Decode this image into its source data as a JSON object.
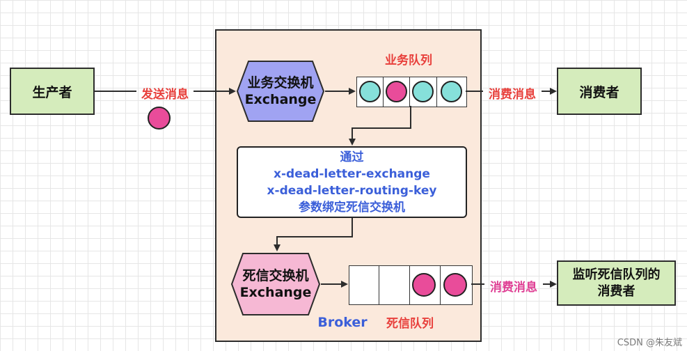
{
  "producer": {
    "label": "生产者"
  },
  "send_label": "发送消息",
  "business_exchange": {
    "line1": "业务交换机",
    "line2": "Exchange"
  },
  "business_queue_title": "业务队列",
  "business_queue_messages": [
    "teal",
    "pink",
    "teal",
    "teal"
  ],
  "consume_label_1": "消费消息",
  "consumer": {
    "label": "消费者"
  },
  "binding_note": {
    "line1": "通过",
    "line2": "x-dead-letter-exchange",
    "line3": "x-dead-letter-routing-key",
    "line4": "参数绑定死信交换机"
  },
  "dead_exchange": {
    "line1": "死信交换机",
    "line2": "Exchange"
  },
  "dead_queue_title": "死信队列",
  "consume_label_2": "消费消息",
  "dead_consumer": {
    "line1": "监听死信队列的",
    "line2": "消费者"
  },
  "broker_label": "Broker",
  "watermark": "CSDN @朱友斌",
  "colors": {
    "teal": "#86e0da",
    "pink": "#e94c9a",
    "exchange_blue": "#a0a3f2",
    "exchange_pink": "#f6b8d4",
    "green_box": "#d5ecbc",
    "broker_bg": "#fbe9dc",
    "label_red": "#e8403c",
    "label_pink": "#df3f94",
    "note_blue": "#3b5fd9"
  }
}
